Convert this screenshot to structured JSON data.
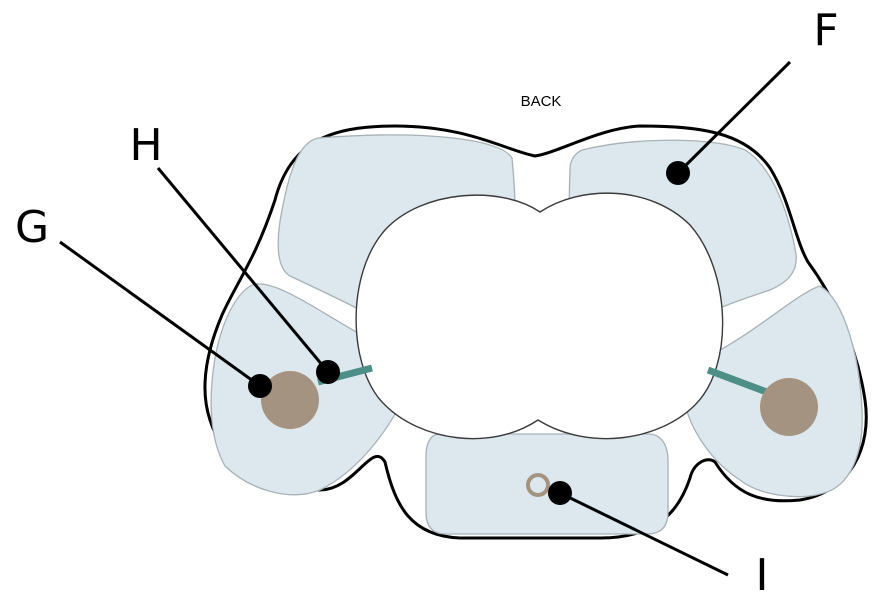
{
  "orientation_label": "BACK",
  "callouts": {
    "f": "F",
    "g": "G",
    "h": "H",
    "i": "I"
  },
  "colors": {
    "region_fill": "#dce8ee",
    "nucleus": "#a49380",
    "tract": "#4d8f86",
    "outline": "#000000"
  }
}
